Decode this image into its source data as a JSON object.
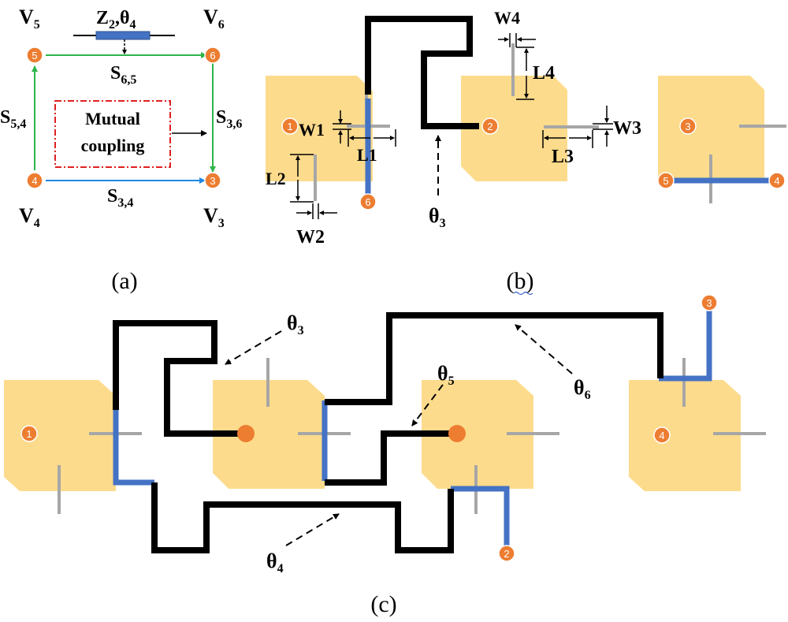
{
  "panel_a": {
    "caption": "(a)",
    "top_line_label": "Z",
    "top_line_label_sub": "2",
    "top_line_label_sep": ",θ",
    "top_line_label_sub2": "4",
    "nodes": [
      {
        "id": "V5",
        "main": "V",
        "sub": "5",
        "port": "5"
      },
      {
        "id": "V6",
        "main": "V",
        "sub": "6",
        "port": "6"
      },
      {
        "id": "V4",
        "main": "V",
        "sub": "4",
        "port": "4"
      },
      {
        "id": "V3",
        "main": "V",
        "sub": "3",
        "port": "3"
      }
    ],
    "edges": [
      {
        "main": "S",
        "sub": "6,5"
      },
      {
        "main": "S",
        "sub": "5,4"
      },
      {
        "main": "S",
        "sub": "3,6"
      },
      {
        "main": "S",
        "sub": "3,4"
      }
    ],
    "mutual_line1": "Mutual",
    "mutual_line2": "coupling",
    "colors": {
      "green": "#2db54a",
      "blue": "#1e88e5",
      "red": "#e02020",
      "line_blue": "#4472c4"
    }
  },
  "panel_b": {
    "caption": "(b)",
    "ports": [
      "1",
      "2",
      "3",
      "4",
      "5",
      "6"
    ],
    "dims": {
      "W1": "W1",
      "L1": "L1",
      "L2": "L2",
      "W2": "W2",
      "W4": "W4",
      "L4": "L4",
      "L3": "L3",
      "W3": "W3"
    },
    "theta3": {
      "main": "θ",
      "sub": "3"
    }
  },
  "panel_c": {
    "caption": "(c)",
    "ports": [
      "1",
      "2",
      "3",
      "4"
    ],
    "theta3": {
      "main": "θ",
      "sub": "3"
    },
    "theta4": {
      "main": "θ",
      "sub": "4"
    },
    "theta5": {
      "main": "θ",
      "sub": "5"
    },
    "theta6": {
      "main": "θ",
      "sub": "6"
    }
  },
  "colors": {
    "patch": "#fdd77f",
    "port": "#ed7d31",
    "line": "#000000",
    "blue_line": "#4472c4",
    "stub": "#a6a6a6"
  }
}
